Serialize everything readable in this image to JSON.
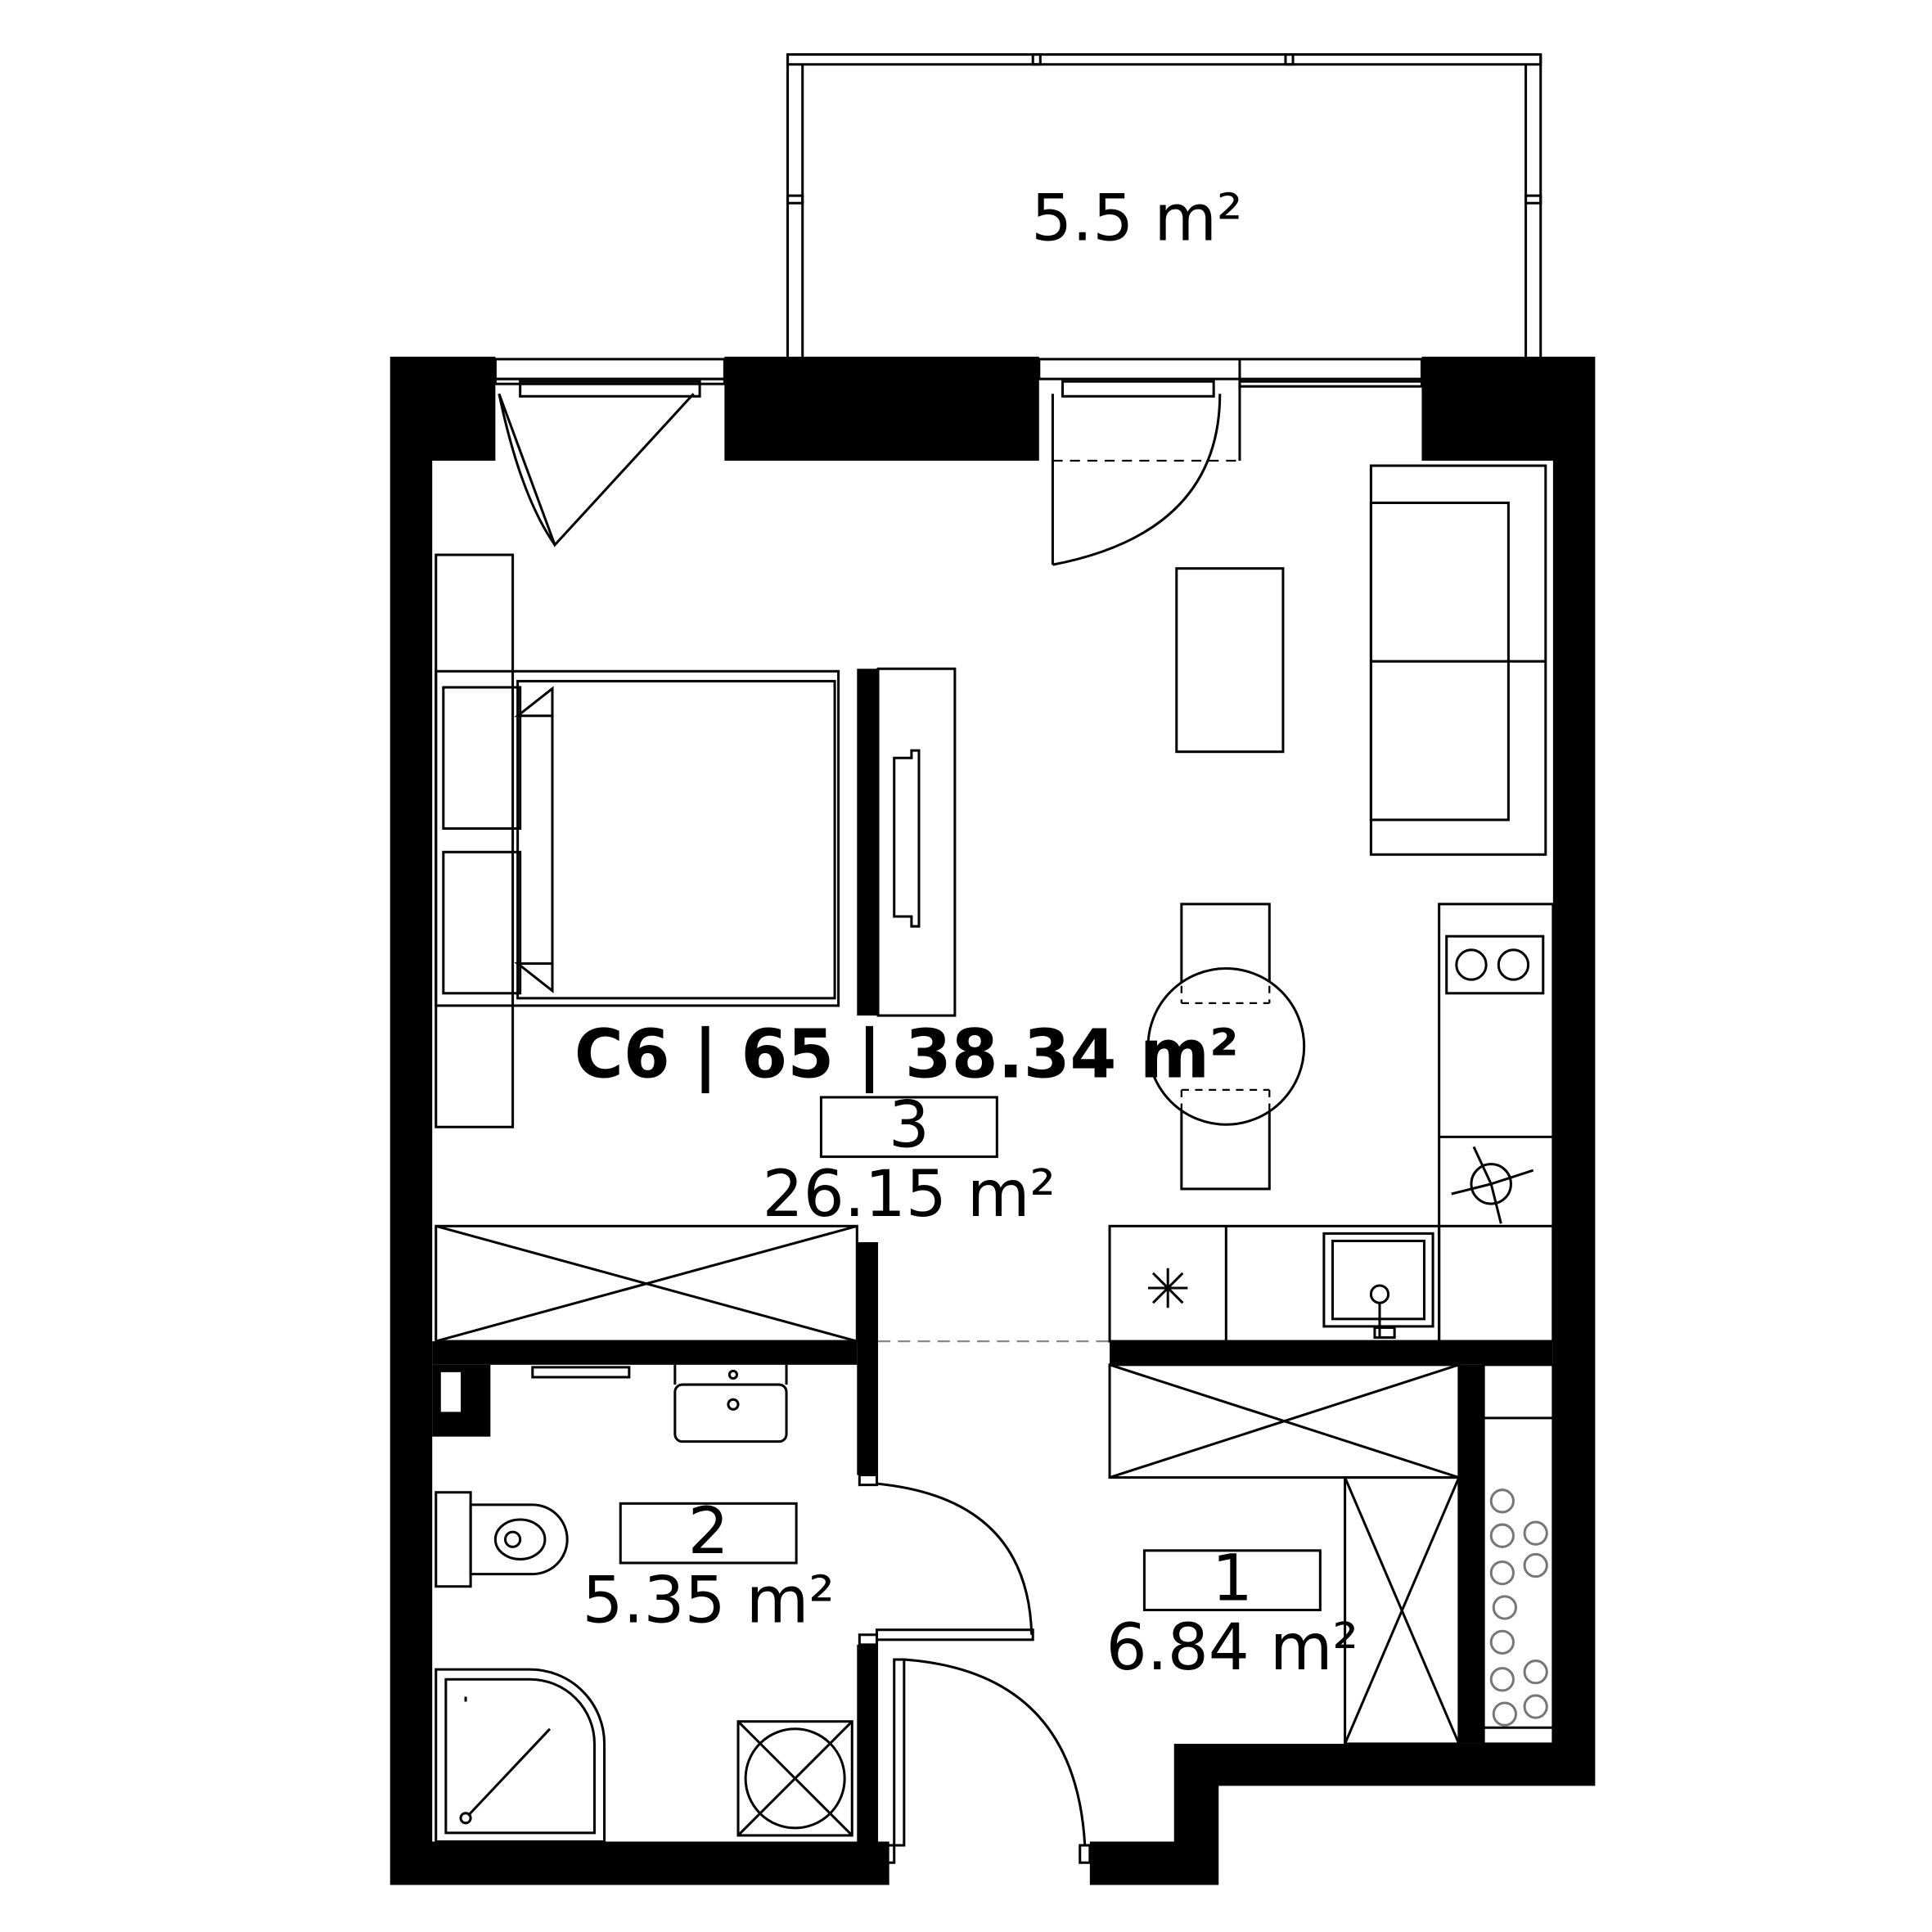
{
  "unit_info": {
    "title": "C6 | 65 | 38.34 m²"
  },
  "balcony": {
    "area": "5.5 m²"
  },
  "rooms": [
    {
      "number": "3",
      "area": "26.15 m²"
    },
    {
      "number": "2",
      "area": "5.35 m²"
    },
    {
      "number": "1",
      "area": "6.84 m²"
    }
  ],
  "colors": {
    "walls": "#000000",
    "background": "#ffffff",
    "lines": "#000000",
    "dashed": "#888888"
  }
}
